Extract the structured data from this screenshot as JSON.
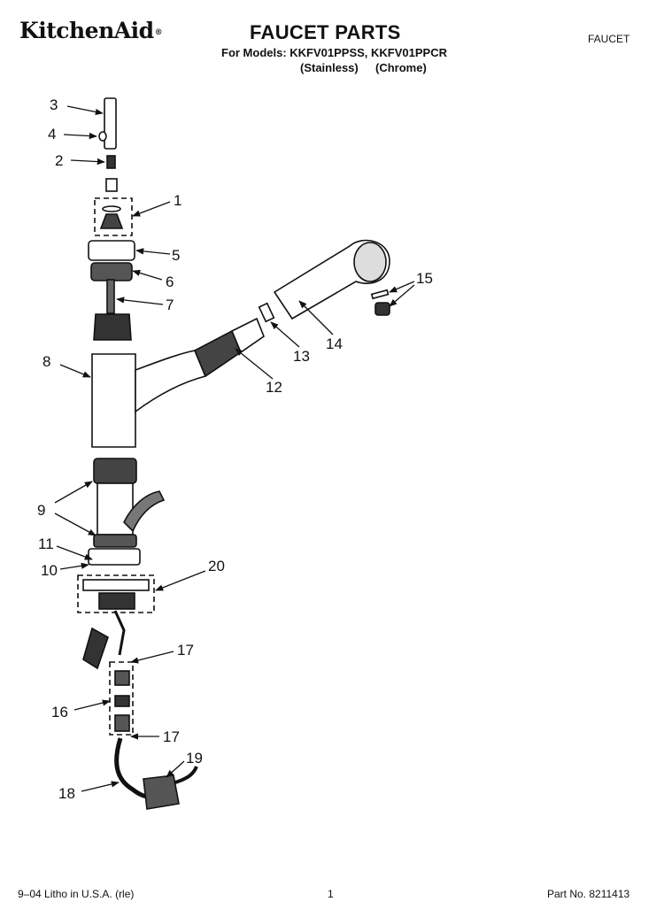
{
  "header": {
    "brand": "KitchenAid",
    "brand_mark": "®",
    "title": "FAUCET PARTS",
    "models_line": "For Models: KKFV01PPSS, KKFV01PPCR",
    "finish_1": "(Stainless)",
    "finish_2": "(Chrome)",
    "category": "FAUCET"
  },
  "callouts": [
    {
      "id": "c3",
      "text": "3"
    },
    {
      "id": "c4",
      "text": "4"
    },
    {
      "id": "c2",
      "text": "2"
    },
    {
      "id": "c1",
      "text": "1"
    },
    {
      "id": "c5",
      "text": "5"
    },
    {
      "id": "c6",
      "text": "6"
    },
    {
      "id": "c7",
      "text": "7"
    },
    {
      "id": "c8",
      "text": "8"
    },
    {
      "id": "c15",
      "text": "15"
    },
    {
      "id": "c14",
      "text": "14"
    },
    {
      "id": "c13",
      "text": "13"
    },
    {
      "id": "c12",
      "text": "12"
    },
    {
      "id": "c9",
      "text": "9"
    },
    {
      "id": "c11",
      "text": "11"
    },
    {
      "id": "c10",
      "text": "10"
    },
    {
      "id": "c20",
      "text": "20"
    },
    {
      "id": "c17a",
      "text": "17"
    },
    {
      "id": "c16",
      "text": "16"
    },
    {
      "id": "c17b",
      "text": "17"
    },
    {
      "id": "c19",
      "text": "19"
    },
    {
      "id": "c18",
      "text": "18"
    }
  ],
  "footer": {
    "litho": "9–04 Litho in U.S.A. (rle)",
    "page": "1",
    "part_no": "Part No. 8211413"
  }
}
